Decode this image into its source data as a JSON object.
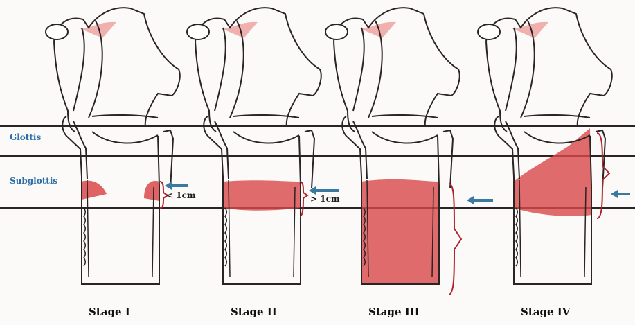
{
  "labels": {
    "glottis": "Glottis",
    "subglottis": "Subglottis"
  },
  "stages": [
    {
      "title": "Stage I",
      "measure": "< 1cm"
    },
    {
      "title": "Stage II",
      "measure": "> 1cm"
    },
    {
      "title": "Stage III",
      "measure": ""
    },
    {
      "title": "Stage IV",
      "measure": ""
    }
  ],
  "colors": {
    "outline": "#2a2424",
    "tissue": "#d9474a",
    "tissue_light": "#f0b0ad",
    "arrow": "#3a7aa0",
    "bracket": "#b0232a",
    "label_blue": "#2e6ea8"
  }
}
